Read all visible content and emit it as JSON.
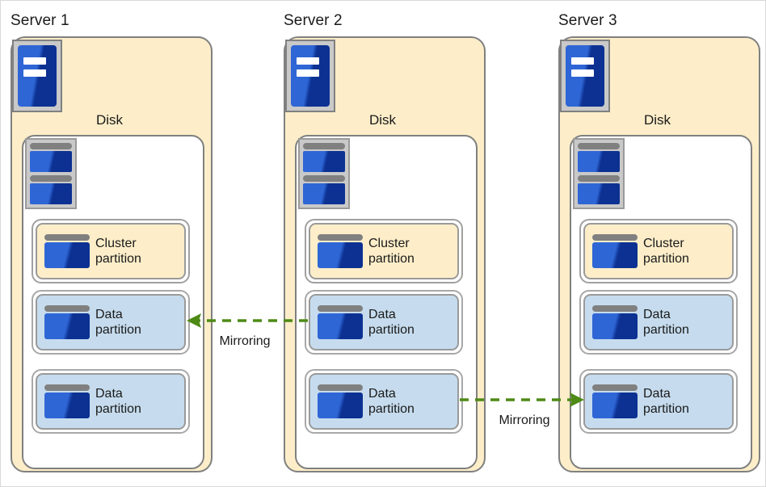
{
  "diagram": {
    "title_icons": {
      "server": "server-icon",
      "disk": "disk-stack-icon",
      "partition": "partition-icon",
      "arrow": "dashed-arrow-icon"
    },
    "colors": {
      "server_fill": "#fdeec9",
      "disk_fill": "#ffffff",
      "cluster_partition_fill": "#fdeec9",
      "data_partition_fill": "#c6dcee",
      "border_gray": "#808080",
      "arrow_green": "#4e8a16",
      "icon_blue_light": "#2f66d6",
      "icon_blue_dark": "#0c3192",
      "canvas": "#ffffff"
    },
    "servers": [
      {
        "title": "Server 1",
        "disk_label": "Disk",
        "partitions": [
          {
            "type": "cluster",
            "line1": "Cluster",
            "line2": "partition"
          },
          {
            "type": "data",
            "line1": "Data",
            "line2": "partition"
          },
          {
            "type": "data",
            "line1": "Data",
            "line2": "partition"
          }
        ]
      },
      {
        "title": "Server 2",
        "disk_label": "Disk",
        "partitions": [
          {
            "type": "cluster",
            "line1": "Cluster",
            "line2": "partition"
          },
          {
            "type": "data",
            "line1": "Data",
            "line2": "partition"
          },
          {
            "type": "data",
            "line1": "Data",
            "line2": "partition"
          }
        ]
      },
      {
        "title": "Server 3",
        "disk_label": "Disk",
        "partitions": [
          {
            "type": "cluster",
            "line1": "Cluster",
            "line2": "partition"
          },
          {
            "type": "data",
            "line1": "Data",
            "line2": "partition"
          },
          {
            "type": "data",
            "line1": "Data",
            "line2": "partition"
          }
        ]
      }
    ],
    "connections": [
      {
        "label": "Mirroring",
        "direction": "left",
        "from": "server-2-data-partition-1",
        "to": "server-1-data-partition-1"
      },
      {
        "label": "Mirroring",
        "direction": "right",
        "from": "server-2-data-partition-2",
        "to": "server-3-data-partition-2"
      }
    ]
  }
}
